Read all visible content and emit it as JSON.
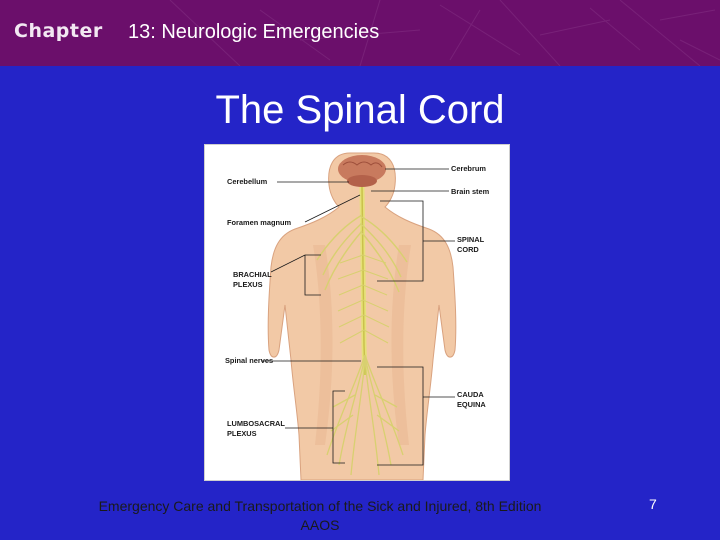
{
  "header": {
    "chapter_word": "Chapter",
    "chapter_title": "13: Neurologic Emergencies",
    "background_color": "#6b0f6b"
  },
  "slide": {
    "title": "The Spinal Cord",
    "background_color": "#2424c8"
  },
  "figure": {
    "labels": {
      "cerebrum": "Cerebrum",
      "cerebellum": "Cerebellum",
      "brain_stem": "Brain stem",
      "foramen_magnum": "Foramen magnum",
      "spinal_cord_1": "SPINAL",
      "spinal_cord_2": "CORD",
      "brachial_plexus_1": "BRACHIAL",
      "brachial_plexus_2": "PLEXUS",
      "spinal_nerves": "Spinal nerves",
      "cauda_equina_1": "CAUDA",
      "cauda_equina_2": "EQUINA",
      "lumbosacral_plexus_1": "LUMBOSACRAL",
      "lumbosacral_plexus_2": "PLEXUS"
    }
  },
  "footer": {
    "line1": "Emergency Care and Transportation of the Sick and Injured, 8th Edition",
    "line2": "AAOS",
    "page_number": "7"
  }
}
